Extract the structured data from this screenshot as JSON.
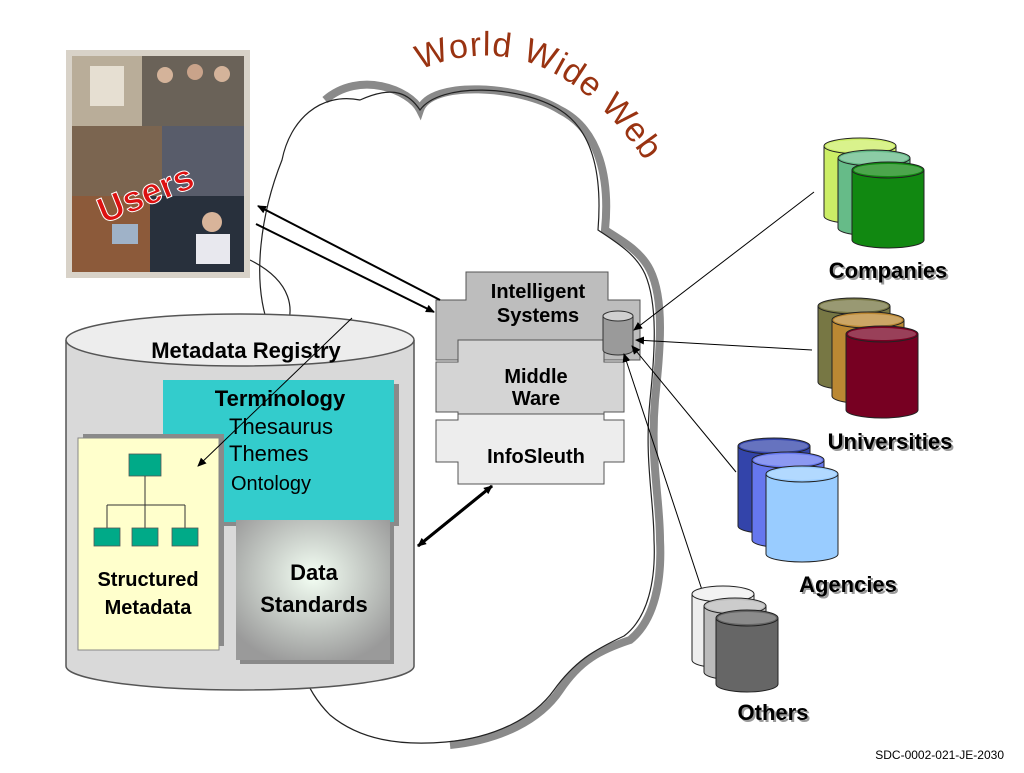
{
  "title": {
    "text": "World Wide Web"
  },
  "users": {
    "label": "Users"
  },
  "registry": {
    "title": "Metadata Registry",
    "terminology": {
      "heading": "Terminology",
      "items": [
        "Thesaurus",
        "Themes",
        "Ontology"
      ]
    },
    "structured": {
      "line1": "Structured",
      "line2": "Metadata"
    },
    "standards": {
      "line1": "Data",
      "line2": "Standards"
    }
  },
  "middleware": {
    "top1": "Intelligent",
    "top2": "Systems",
    "mid1": "Middle",
    "mid2": "Ware",
    "bottom": "InfoSleuth"
  },
  "sources": [
    {
      "label": "Companies",
      "colors": [
        "#ccee66",
        "#66bb88",
        "#118811"
      ]
    },
    {
      "label": "Universities",
      "colors": [
        "#777744",
        "#bb8833",
        "#770022"
      ]
    },
    {
      "label": "Agencies",
      "colors": [
        "#3344aa",
        "#6677ee",
        "#99ccff"
      ]
    },
    {
      "label": "Others",
      "colors": [
        "#eeeeee",
        "#bbbbbb",
        "#666666"
      ]
    }
  ],
  "footer": {
    "code": "SDC-0002-021-JE-2030"
  },
  "colors": {
    "title": "#993311",
    "users_text": "#dd1111",
    "terminology_bg": "#33cccc",
    "structured_bg": "#ffffcc",
    "node": "#00aa88"
  }
}
